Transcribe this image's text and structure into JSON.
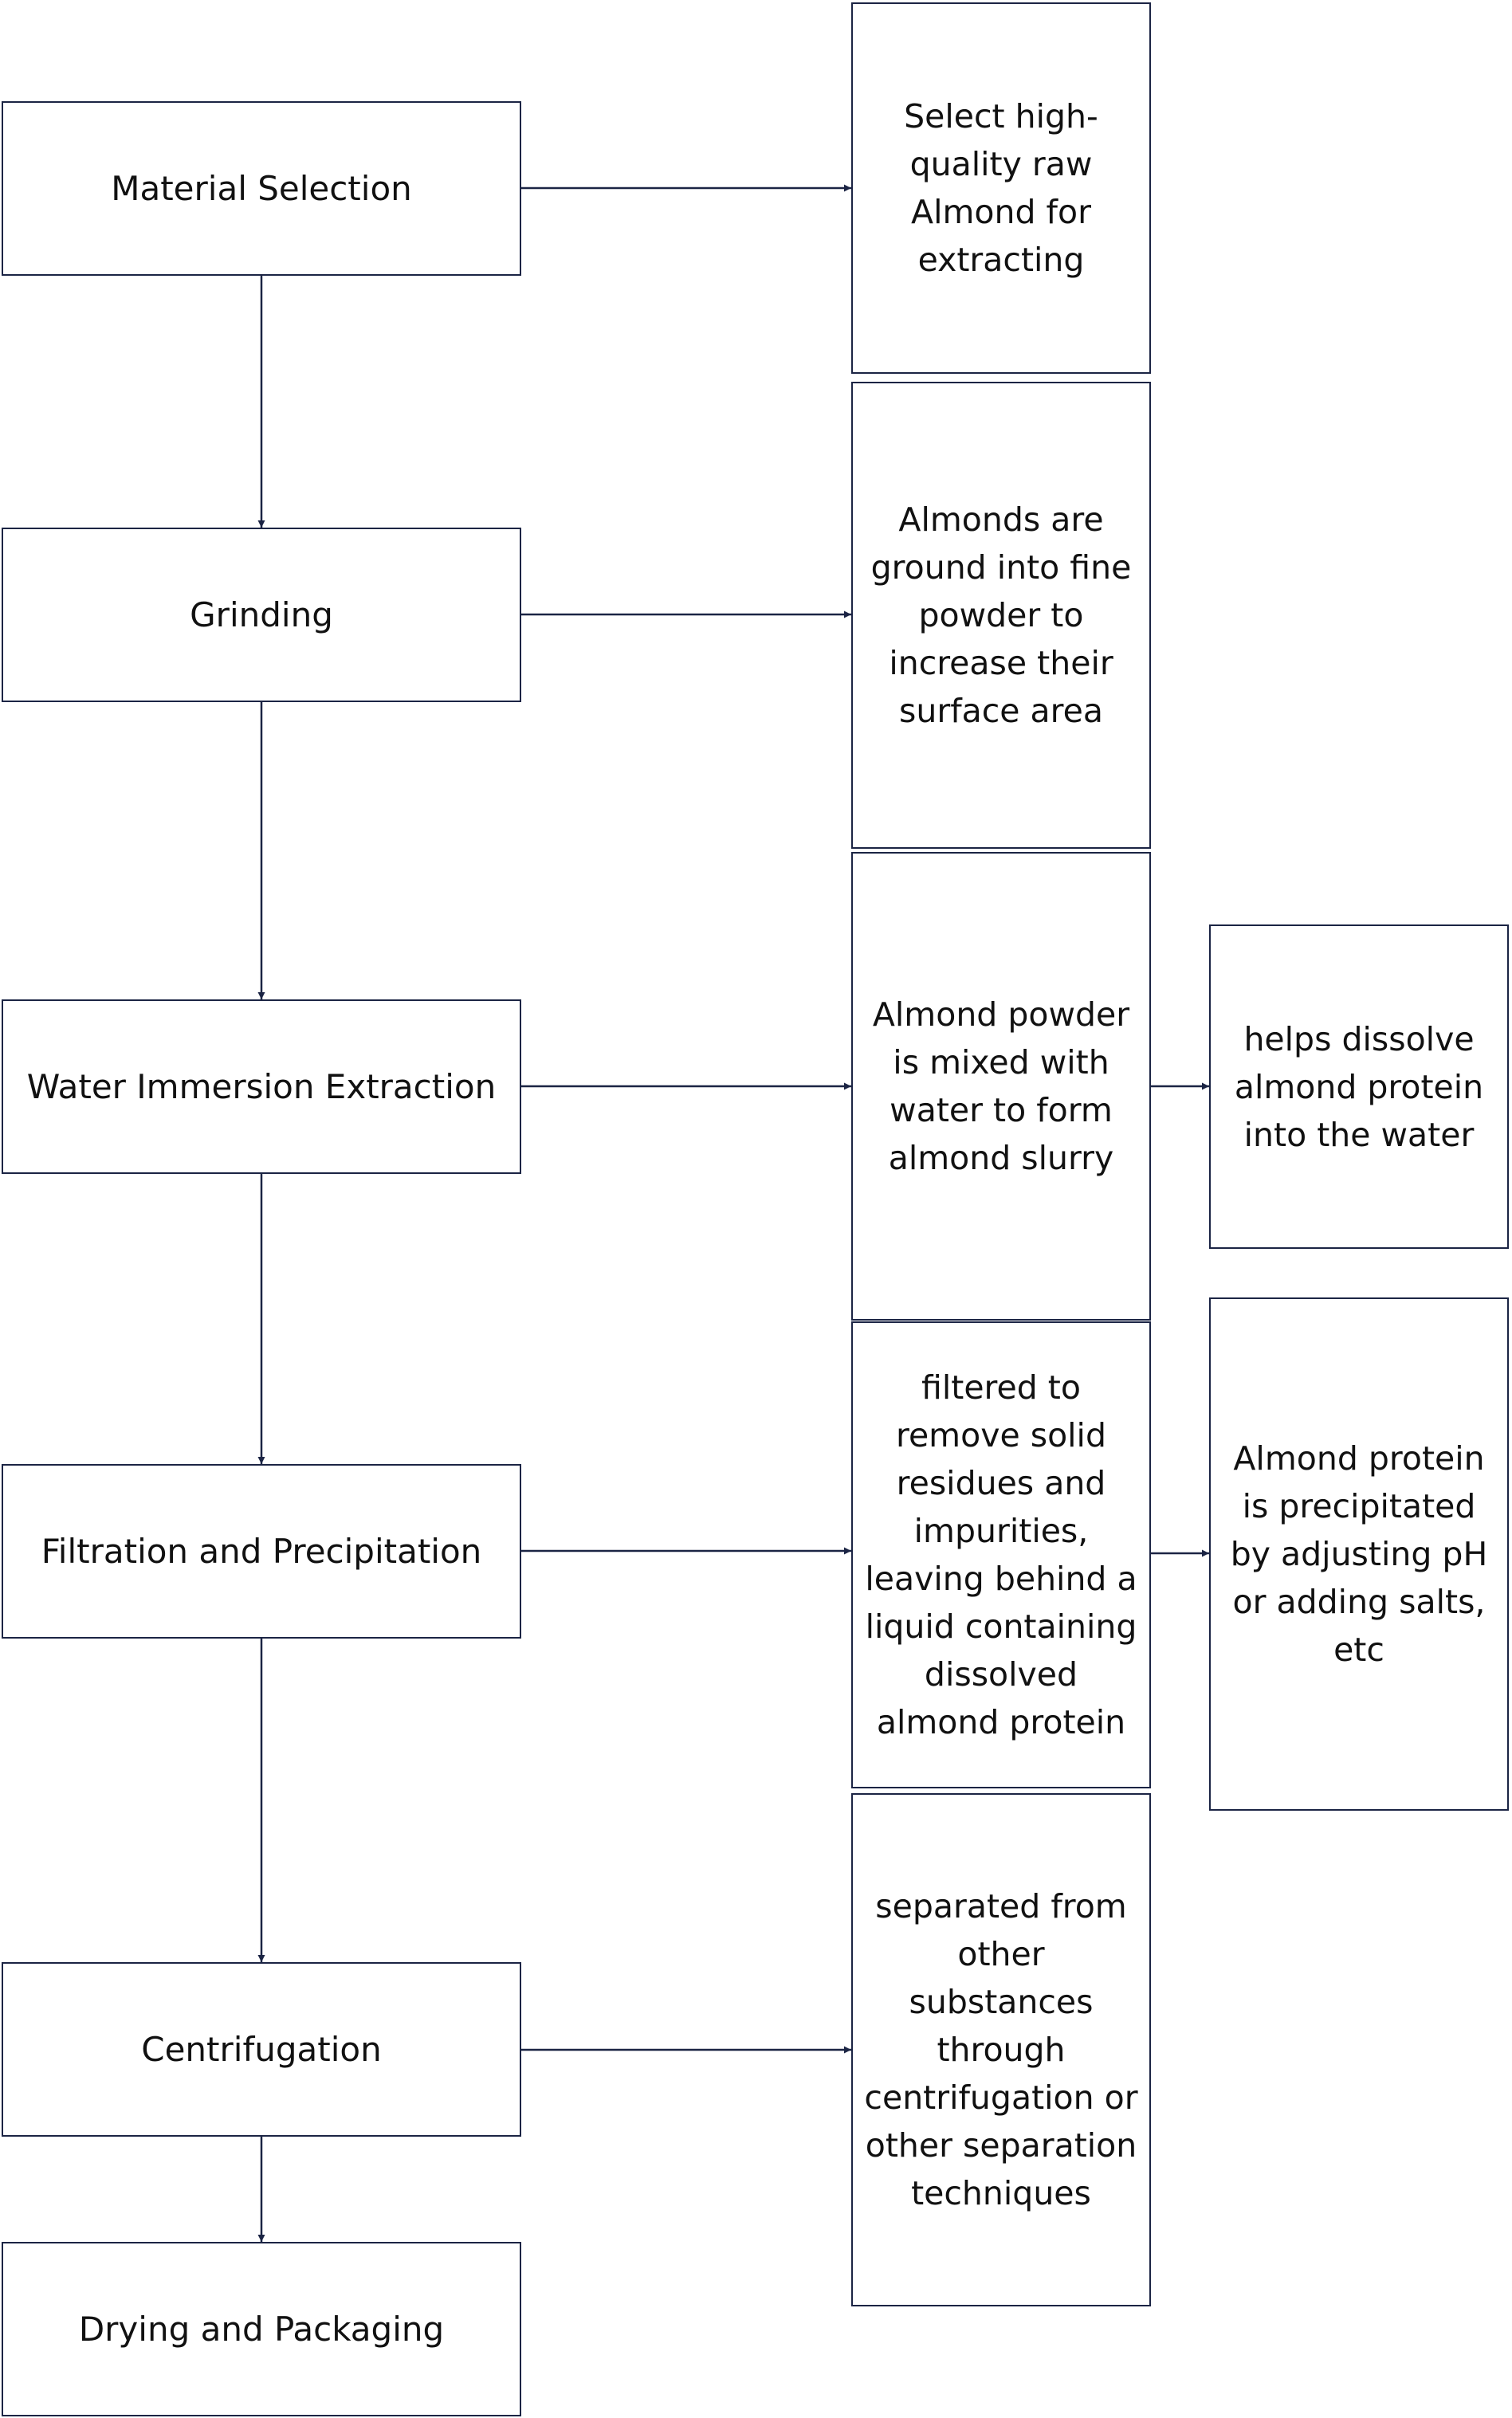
{
  "steps": [
    {
      "label": "Material Selection"
    },
    {
      "label": "Grinding"
    },
    {
      "label": "Water Immersion Extraction"
    },
    {
      "label": "Filtration and Precipitation"
    },
    {
      "label": "Centrifugation"
    },
    {
      "label": "Drying and Packaging"
    }
  ],
  "details": [
    {
      "text": "Select high-quality raw Almond for extracting"
    },
    {
      "text": "Almonds are ground into fine powder to increase their surface area"
    },
    {
      "text": "Almond powder is mixed with water to form almond slurry"
    },
    {
      "text": "filtered to remove solid residues and impurities, leaving behind a liquid containing dissolved almond protein"
    },
    {
      "text": "separated from other substances through centrifugation or other separation techniques"
    }
  ],
  "notes": [
    {
      "text": "helps dissolve almond protein into the water"
    },
    {
      "text": "Almond protein is precipitated by adjusting pH or adding salts, etc"
    }
  ],
  "colors": {
    "line": "#1b2444",
    "border": "#1b2444",
    "text": "#111111"
  }
}
